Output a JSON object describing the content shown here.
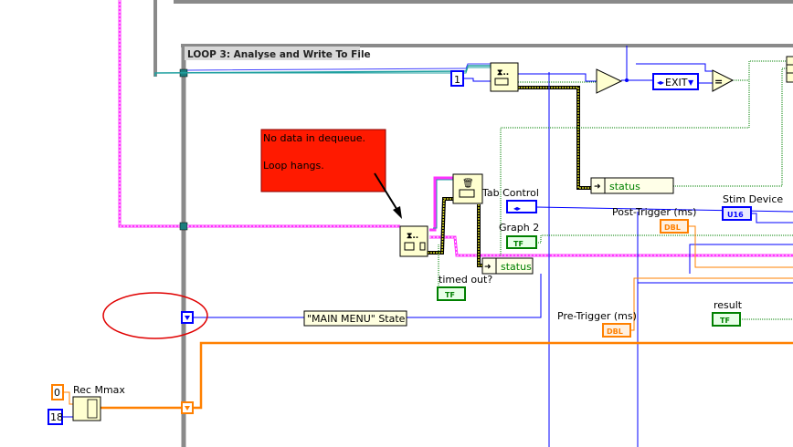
{
  "loop": {
    "title": "LOOP 3: Analyse and Write To File"
  },
  "note": {
    "line1": "No data in dequeue.",
    "line2": "Loop hangs."
  },
  "constants": {
    "one": "1",
    "zero": "0",
    "eighteen": "18"
  },
  "enum": {
    "exit": "EXIT"
  },
  "labels": {
    "tab_control": "Tab Control",
    "graph2": "Graph 2",
    "status1": "status",
    "status2": "status",
    "timed_out": "timed out?",
    "post_trigger": "Post-Trigger (ms)",
    "pre_trigger": "Pre-Trigger (ms)",
    "stim_device": "Stim Device",
    "result": "result",
    "rec_mmax": "Rec Mmax",
    "main_menu_state": "\"MAIN MENU\" State"
  },
  "terminals": {
    "tf": "TF",
    "dbl": "DBL",
    "u16": "U16"
  },
  "colors": {
    "pink": "#ff33ff",
    "blue": "#0000ff",
    "orange": "#ff8000",
    "green": "#008000",
    "error": "#7a6a00",
    "note": "#ff1a00",
    "frame": "#8a8a8a"
  }
}
